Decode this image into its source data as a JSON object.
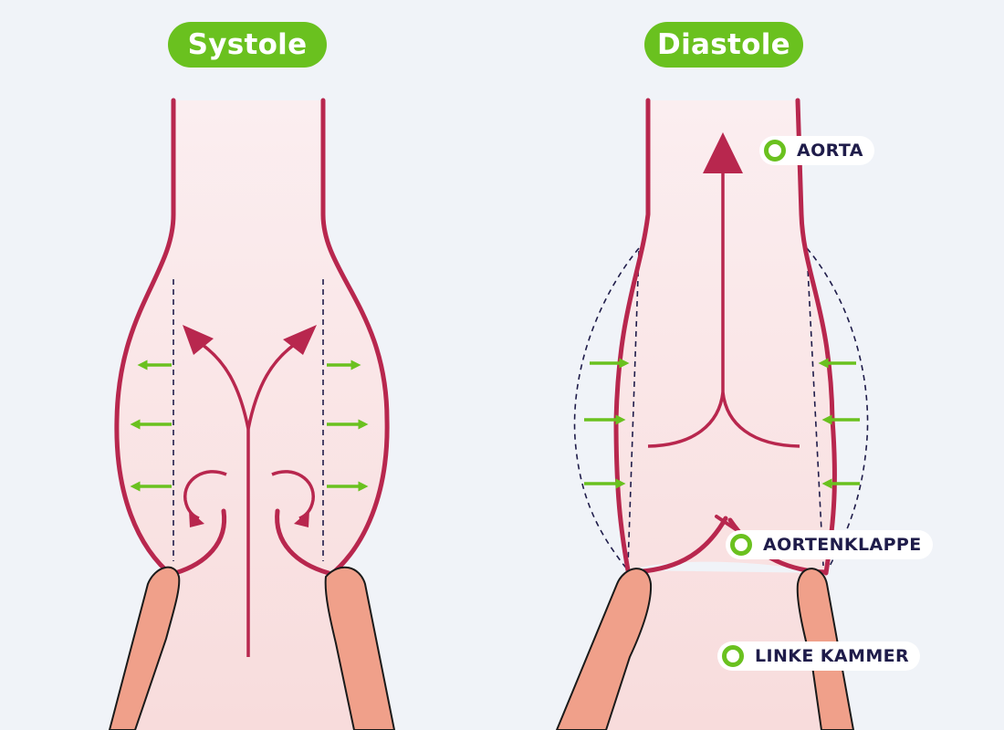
{
  "colors": {
    "background": "#f0f3f8",
    "vessel_wall": "#b8274e",
    "blood_fill": "#fbe6e6",
    "flow_arrow": "#b8274e",
    "expansion_arrow": "#6ac11f",
    "label_dot": "#6ac11f",
    "pill_background": "#6ac11f",
    "muscle_fill": "#f0a08a",
    "label_text": "#1f1c4a"
  },
  "panels": [
    {
      "id": "systole",
      "title": "Systole"
    },
    {
      "id": "diastole",
      "title": "Diastole"
    }
  ],
  "labels": {
    "aorta": "AORTA",
    "valve": "AORTENKLAPPE",
    "ventricle": "LINKE KAMMER"
  },
  "icons": {
    "label_marker": "green-ring-dot",
    "expansion_arrow": "green-arrow",
    "flow_arrow": "red-arrowhead"
  }
}
